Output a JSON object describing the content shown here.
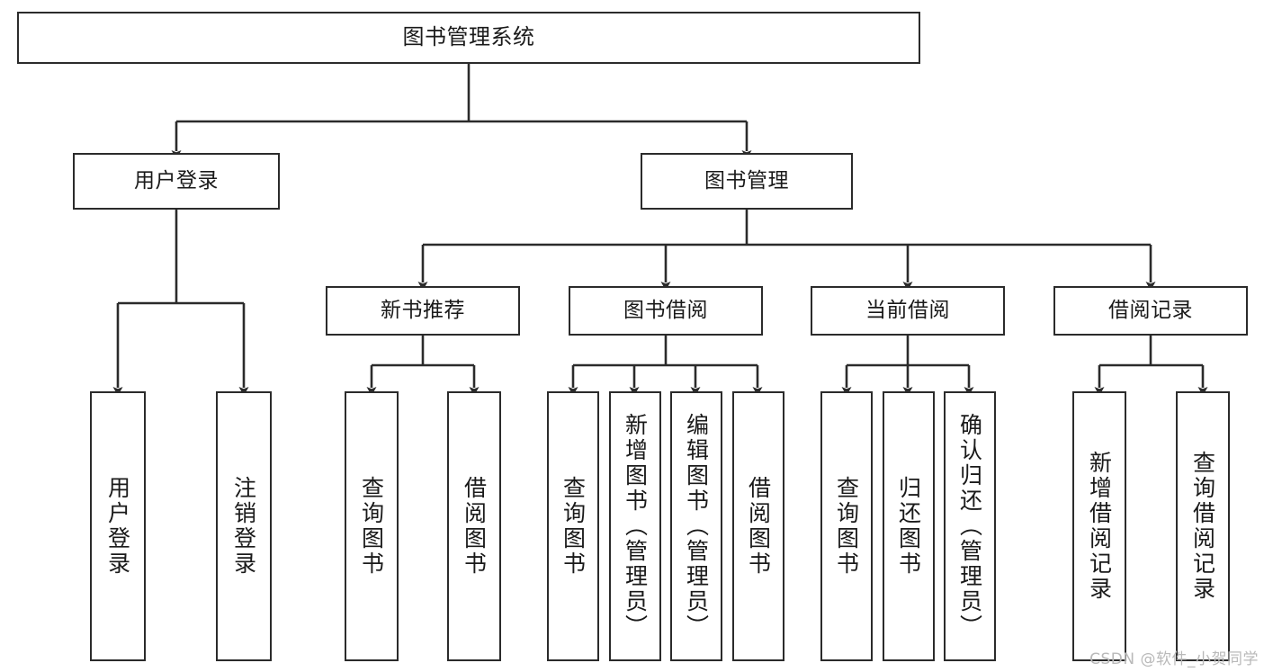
{
  "diagram": {
    "title": "图书管理系统",
    "type": "hierarchy-tree",
    "watermark": "CSDN @软件_小贺同学",
    "colors": {
      "stroke": "#2b2b2b",
      "fill": "#ffffff",
      "text": "#1a1a1a",
      "watermark": "#b9b9b9"
    }
  },
  "nodes": {
    "root": {
      "label": "图书管理系统"
    },
    "level2": [
      {
        "id": "user-login",
        "label": "用户登录"
      },
      {
        "id": "book-management",
        "label": "图书管理"
      }
    ],
    "level3": [
      {
        "id": "new-book-recommend",
        "label": "新书推荐"
      },
      {
        "id": "book-borrow",
        "label": "图书借阅"
      },
      {
        "id": "current-borrow",
        "label": "当前借阅"
      },
      {
        "id": "borrow-record",
        "label": "借阅记录"
      }
    ],
    "leaves": {
      "user_login": [
        {
          "id": "leaf-user-login",
          "label": "用户登录"
        },
        {
          "id": "leaf-logout-login",
          "label": "注销登录"
        }
      ],
      "new_book_recommend": [
        {
          "id": "leaf-query-book-1",
          "label": "查询图书"
        },
        {
          "id": "leaf-borrow-book-1",
          "label": "借阅图书"
        }
      ],
      "book_borrow": [
        {
          "id": "leaf-query-book-2",
          "label": "查询图书"
        },
        {
          "id": "leaf-add-book",
          "label": "新增图书（管理员）"
        },
        {
          "id": "leaf-edit-book",
          "label": "编辑图书（管理员）"
        },
        {
          "id": "leaf-borrow-book-2",
          "label": "借阅图书"
        }
      ],
      "current_borrow": [
        {
          "id": "leaf-query-book-3",
          "label": "查询图书"
        },
        {
          "id": "leaf-return-book",
          "label": "归还图书"
        },
        {
          "id": "leaf-confirm-return",
          "label": "确认归还（管理员）"
        }
      ],
      "borrow_record": [
        {
          "id": "leaf-add-borrow-record",
          "label": "新增借阅记录"
        },
        {
          "id": "leaf-query-borrow-record",
          "label": "查询借阅记录"
        }
      ]
    }
  }
}
